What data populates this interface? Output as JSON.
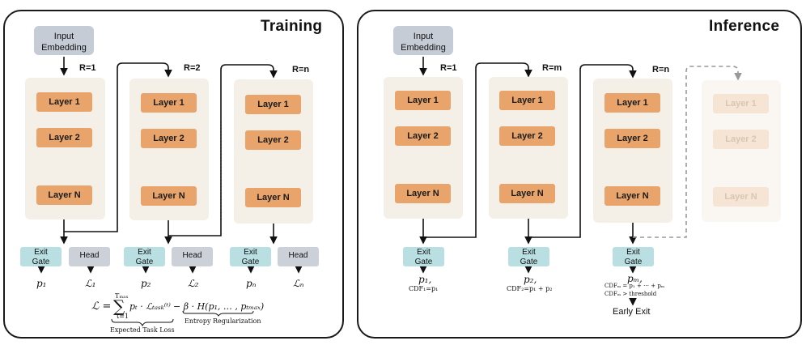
{
  "training": {
    "title": "Training",
    "input": [
      "Input",
      "Embedding"
    ],
    "blocks": [
      {
        "r": "R=1",
        "layers": [
          "Layer 1",
          "Layer 2",
          "Layer N"
        ]
      },
      {
        "r": "R=2",
        "layers": [
          "Layer 1",
          "Layer 2",
          "Layer N"
        ]
      },
      {
        "r": "R=n",
        "layers": [
          "Layer 1",
          "Layer 2",
          "Layer N"
        ]
      }
    ],
    "gate_label": [
      "Exit",
      "Gate"
    ],
    "head_label": "Head",
    "outputs": [
      {
        "p": "p₁",
        "l": "ℒ₁"
      },
      {
        "p": "p₂",
        "l": "ℒ₂"
      },
      {
        "p": "pₙ",
        "l": "ℒₙ"
      }
    ],
    "formula": {
      "lhs": "ℒ =",
      "sum_top": "Tₘₐₓ",
      "sum_bottom": "t=1",
      "term": "pₜ · ℒₜₐₛₖ⁽ᵗ⁾",
      "minus": "− β · H(p₁, … , pₜₘₐₓ)",
      "brace1": "Expected Task Loss",
      "brace2": "Entropy Regularization"
    }
  },
  "inference": {
    "title": "Inference",
    "input": [
      "Input",
      "Embedding"
    ],
    "blocks": [
      {
        "r": "R=1",
        "layers": [
          "Layer 1",
          "Layer 2",
          "Layer N"
        ]
      },
      {
        "r": "R=m",
        "layers": [
          "Layer 1",
          "Layer 2",
          "Layer N"
        ]
      },
      {
        "r": "R=n",
        "layers": [
          "Layer 1",
          "Layer 2",
          "Layer N"
        ]
      },
      {
        "r": "",
        "layers": [
          "Layer 1",
          "Layer 2",
          "Layer N"
        ]
      }
    ],
    "gate_label": [
      "Exit",
      "Gate"
    ],
    "outputs": [
      {
        "p": "p₁,",
        "cdf": "CDF₁=p₁"
      },
      {
        "p": "p₂,",
        "cdf": "CDF₂=p₁ + p₂"
      },
      {
        "p": "pₘ,",
        "cdf": "CDFₘ = p₁ + ⋯ + pₘ",
        "cdf2": "CDFₘ > threshold"
      }
    ],
    "early_exit": "Early Exit"
  },
  "colors": {
    "layer": "#e8a46b",
    "block": "#f4f0e7",
    "gate": "#b9dfe3",
    "head": "#ccd1d9",
    "embed": "#c6ccd6"
  }
}
